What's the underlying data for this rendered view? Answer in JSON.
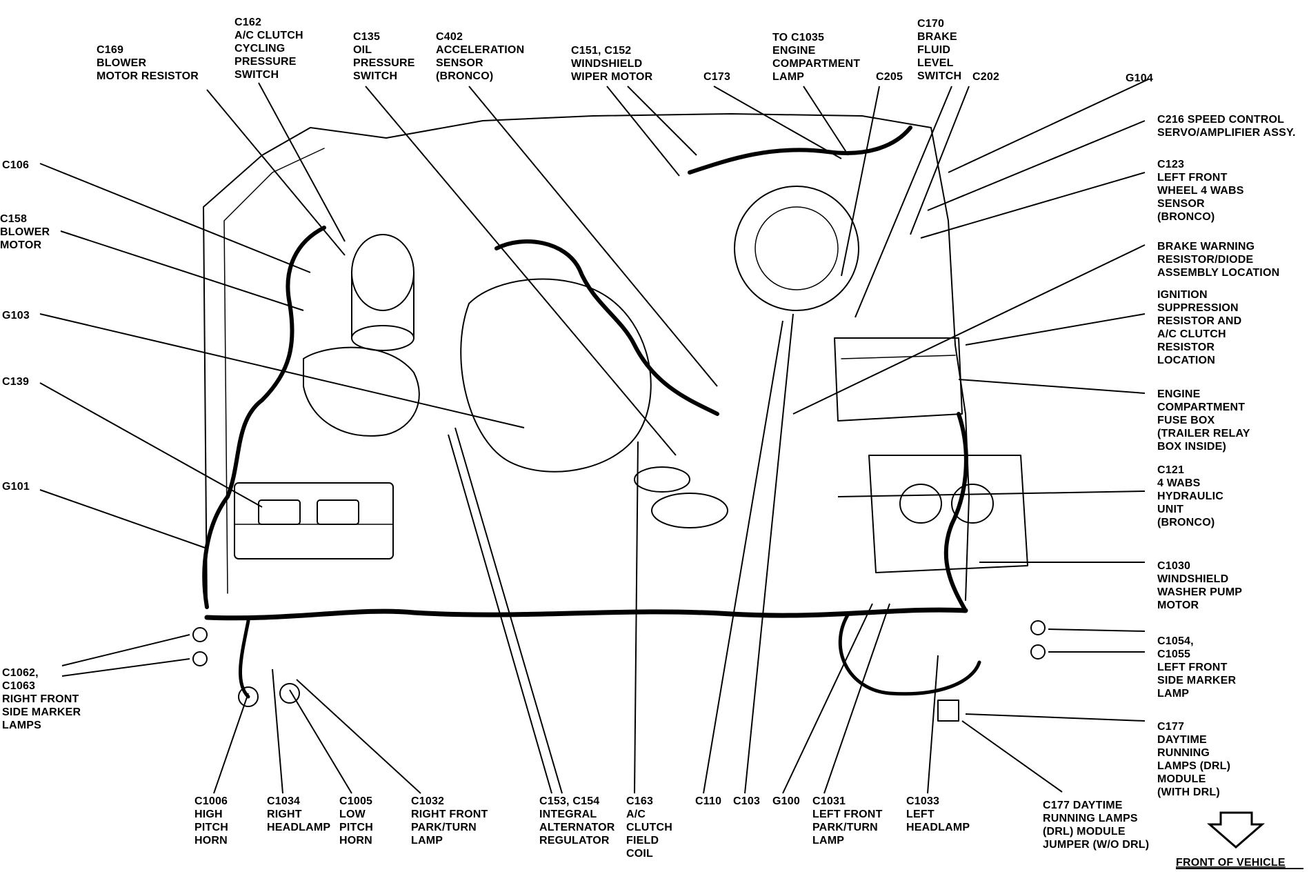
{
  "labels": [
    {
      "id": "c169",
      "lines": [
        "C169",
        "BLOWER",
        "MOTOR RESISTOR"
      ]
    },
    {
      "id": "c162",
      "lines": [
        "C162",
        "A/C CLUTCH",
        "CYCLING",
        "PRESSURE",
        "SWITCH"
      ]
    },
    {
      "id": "c135",
      "lines": [
        "C135",
        "OIL",
        "PRESSURE",
        "SWITCH"
      ]
    },
    {
      "id": "c402",
      "lines": [
        "C402",
        "ACCELERATION",
        "SENSOR",
        "(BRONCO)"
      ]
    },
    {
      "id": "c151",
      "lines": [
        "C151,   C152",
        "WINDSHIELD",
        "WIPER MOTOR"
      ]
    },
    {
      "id": "c173",
      "lines": [
        "C173"
      ]
    },
    {
      "id": "c1035",
      "lines": [
        "TO C1035",
        "ENGINE",
        "COMPARTMENT",
        "LAMP"
      ]
    },
    {
      "id": "c205",
      "lines": [
        "C205"
      ]
    },
    {
      "id": "c170",
      "lines": [
        "C170",
        "BRAKE",
        "FLUID",
        "LEVEL",
        "SWITCH"
      ]
    },
    {
      "id": "c202",
      "lines": [
        "C202"
      ]
    },
    {
      "id": "g104",
      "lines": [
        "G104"
      ]
    },
    {
      "id": "c216",
      "lines": [
        "C216 SPEED CONTROL",
        "SERVO/AMPLIFIER ASSY."
      ]
    },
    {
      "id": "c123",
      "lines": [
        "C123",
        "LEFT FRONT",
        "WHEEL 4 WABS",
        "SENSOR",
        "(BRONCO)"
      ]
    },
    {
      "id": "brake",
      "lines": [
        "BRAKE WARNING",
        "RESISTOR/DIODE",
        "ASSEMBLY LOCATION"
      ]
    },
    {
      "id": "ign",
      "lines": [
        "IGNITION",
        "SUPPRESSION",
        "RESISTOR AND",
        "A/C CLUTCH",
        "RESISTOR",
        "LOCATION"
      ]
    },
    {
      "id": "fuse",
      "lines": [
        "ENGINE",
        "COMPARTMENT",
        "FUSE BOX",
        "(TRAILER RELAY",
        "BOX INSIDE)"
      ]
    },
    {
      "id": "c121",
      "lines": [
        "C121",
        "4 WABS",
        "HYDRAULIC",
        "UNIT",
        "(BRONCO)"
      ]
    },
    {
      "id": "c1030",
      "lines": [
        "C1030",
        "WINDSHIELD",
        "WASHER PUMP",
        "MOTOR"
      ]
    },
    {
      "id": "c1054",
      "lines": [
        "C1054,",
        "C1055",
        "LEFT FRONT",
        "SIDE MARKER",
        "LAMP"
      ]
    },
    {
      "id": "c177",
      "lines": [
        "C177",
        "DAYTIME",
        "RUNNING",
        "LAMPS (DRL)",
        "MODULE",
        "(WITH DRL)"
      ]
    },
    {
      "id": "c177j",
      "lines": [
        "C177 DAYTIME",
        "RUNNING LAMPS",
        "(DRL) MODULE",
        "JUMPER (W/O DRL)"
      ]
    },
    {
      "id": "c106",
      "lines": [
        "C106"
      ]
    },
    {
      "id": "c158",
      "lines": [
        "C158",
        "BLOWER",
        "MOTOR"
      ]
    },
    {
      "id": "g103",
      "lines": [
        "G103"
      ]
    },
    {
      "id": "c139",
      "lines": [
        "C139"
      ]
    },
    {
      "id": "g101",
      "lines": [
        "G101"
      ]
    },
    {
      "id": "c1062",
      "lines": [
        "C1062,",
        "C1063",
        "RIGHT FRONT",
        "SIDE MARKER",
        "LAMPS"
      ]
    },
    {
      "id": "c1006",
      "lines": [
        "C1006",
        "HIGH",
        "PITCH",
        "HORN"
      ]
    },
    {
      "id": "c1034",
      "lines": [
        "C1034",
        "RIGHT",
        "HEADLAMP"
      ]
    },
    {
      "id": "c1005",
      "lines": [
        "C1005",
        "LOW",
        "PITCH",
        "HORN"
      ]
    },
    {
      "id": "c1032",
      "lines": [
        "C1032",
        "RIGHT FRONT",
        "PARK/TURN",
        "LAMP"
      ]
    },
    {
      "id": "c153",
      "lines": [
        "C153,  C154",
        "INTEGRAL",
        "ALTERNATOR",
        "REGULATOR"
      ]
    },
    {
      "id": "c163",
      "lines": [
        "C163",
        "A/C",
        "CLUTCH",
        "FIELD",
        "COIL"
      ]
    },
    {
      "id": "c110",
      "lines": [
        "C110"
      ]
    },
    {
      "id": "c103",
      "lines": [
        "C103"
      ]
    },
    {
      "id": "g100",
      "lines": [
        "G100"
      ]
    },
    {
      "id": "c1031",
      "lines": [
        "C1031",
        "LEFT FRONT",
        "PARK/TURN",
        "LAMP"
      ]
    },
    {
      "id": "c1033",
      "lines": [
        "C1033",
        "LEFT",
        "HEADLAMP"
      ]
    }
  ],
  "front_label": "FRONT OF VEHICLE"
}
